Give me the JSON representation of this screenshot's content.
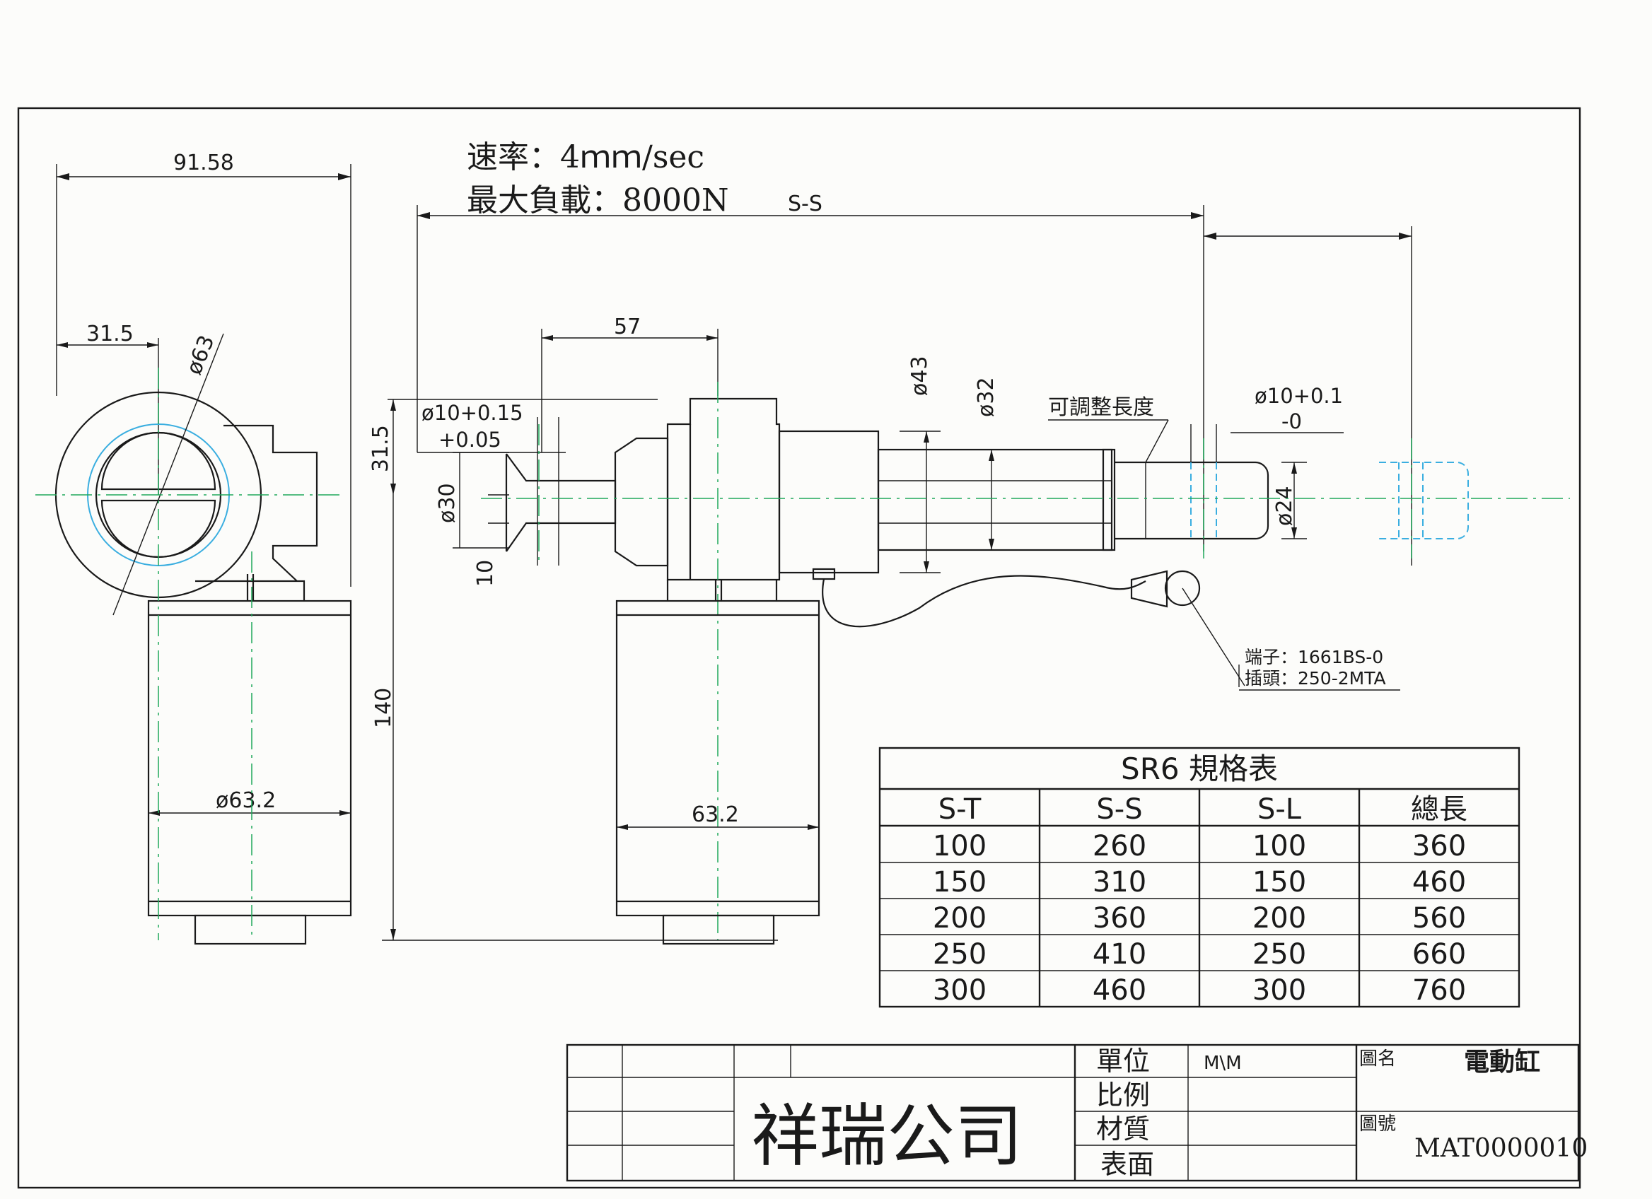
{
  "specs": {
    "speed": "速率：4ｍｍ/sec",
    "max_load": "最大負載：8000N"
  },
  "dims": {
    "width_total": "91.58",
    "half_offset": "31.5",
    "dia_63": "ø63",
    "dia_63_2": "ø63.2",
    "ss": "S-S",
    "d57": "57",
    "tol1": "ø10+0.15",
    "tol2": "+0.05",
    "v31_5": "31.5",
    "dia30": "ø30",
    "d10": "10",
    "h140": "140",
    "dia43": "ø43",
    "dia32": "ø32",
    "adjustable": "可調整長度",
    "tolr1": "ø10+0.1",
    "tolr2": "-0",
    "dia24": "ø24",
    "motor_w": "63.2",
    "terminal": "端子：1661BS-0",
    "plug": "插頭：250-2MTA"
  },
  "table": {
    "title": "SR6 規格表",
    "headers": [
      "S-T",
      "S-S",
      "S-L",
      "總長"
    ],
    "rows": [
      [
        "100",
        "260",
        "100",
        "360"
      ],
      [
        "150",
        "310",
        "150",
        "460"
      ],
      [
        "200",
        "360",
        "200",
        "560"
      ],
      [
        "250",
        "410",
        "250",
        "660"
      ],
      [
        "300",
        "460",
        "300",
        "760"
      ]
    ]
  },
  "title_block": {
    "company": "祥瑞公司",
    "unit_label": "單位",
    "unit_value": "M\\M",
    "scale_label": "比例",
    "material_label": "材質",
    "surface_label": "表面",
    "name_label": "圖名",
    "name_value": "電動缸",
    "number_label": "圖號",
    "number_value": "MAT0000010"
  }
}
